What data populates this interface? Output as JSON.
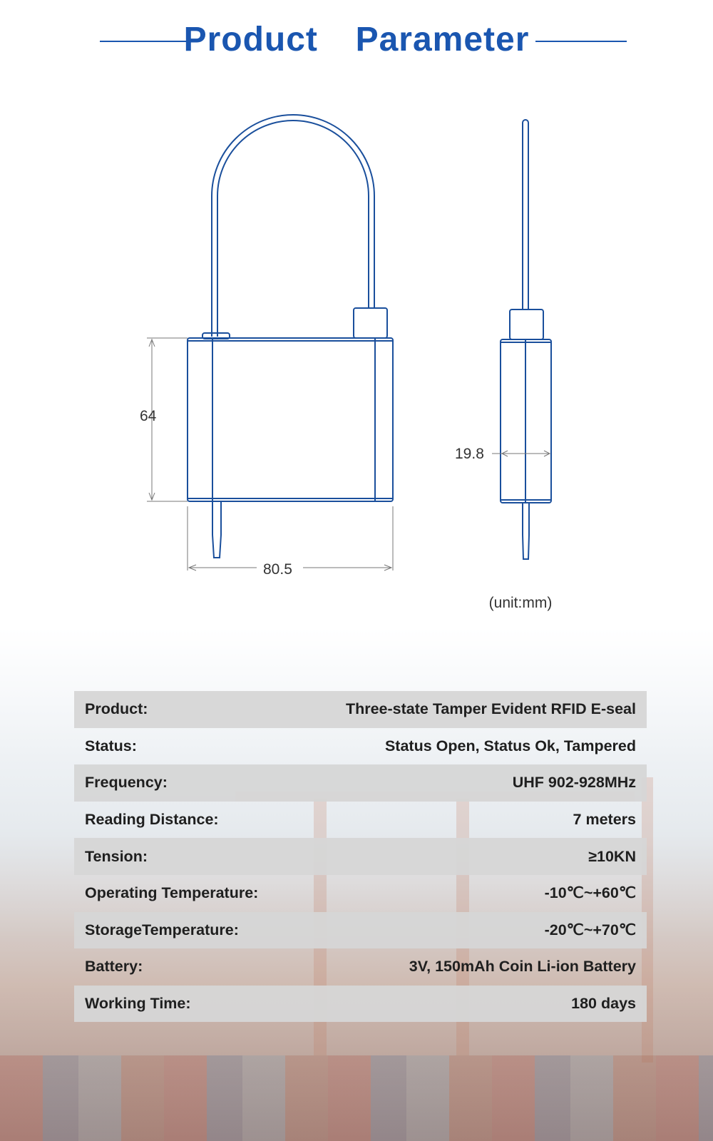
{
  "header": {
    "title": "Product  Parameter"
  },
  "diagram": {
    "dim_height": "64",
    "dim_width": "80.5",
    "dim_depth": "19.8",
    "unit": "(unit:mm)",
    "stroke_color": "#1a4f9c"
  },
  "specs": [
    {
      "label": "Product:",
      "value": "Three-state Tamper Evident RFID E-seal"
    },
    {
      "label": "Status:",
      "value": "Status Open, Status Ok, Tampered"
    },
    {
      "label": "Frequency:",
      "value": "UHF 902-928MHz"
    },
    {
      "label": "Reading Distance:",
      "value": "7 meters"
    },
    {
      "label": "Tension:",
      "value": "≥10KN"
    },
    {
      "label": "Operating Temperature:",
      "value": "-10℃~+60℃"
    },
    {
      "label": "StorageTemperature:",
      "value": "-20℃~+70℃"
    },
    {
      "label": "Battery:",
      "value": "3V, 150mAh Coin Li-ion Battery"
    },
    {
      "label": "Working Time:",
      "value": "180 days"
    }
  ],
  "colors": {
    "accent": "#1a56b0",
    "row_shade": "#d6d6d6"
  }
}
